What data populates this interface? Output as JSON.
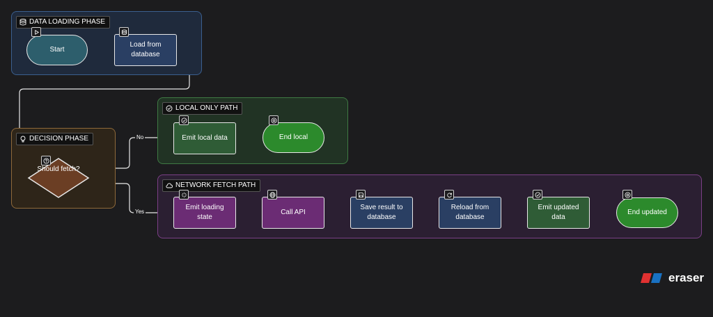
{
  "groups": {
    "data_loading": "DATA LOADING PHASE",
    "local_only": "LOCAL ONLY PATH",
    "decision": "DECISION PHASE",
    "network_fetch": "NETWORK FETCH PATH"
  },
  "nodes": {
    "start": "Start",
    "load_db": "Load from database",
    "should_fetch": "Should fetch?",
    "emit_local": "Emit local data",
    "end_local": "End local",
    "emit_loading": "Emit loading state",
    "call_api": "Call API",
    "save_result": "Save result to database",
    "reload_db": "Reload from database",
    "emit_updated": "Emit updated data",
    "end_updated": "End updated"
  },
  "edges": {
    "no": "No",
    "yes": "Yes"
  },
  "brand": {
    "name": "eraser"
  },
  "colors": {
    "blue_group": "#3b5f8f",
    "green_group": "#3f7a44",
    "orange_group": "#8f6a3a",
    "purple_group": "#7b3f86",
    "teal": "#2d5e6c",
    "navy": "#2a3f63",
    "green": "#2f5c36",
    "bright_green": "#2c8a2c",
    "purple": "#6b2c74",
    "brown": "#6b3e24"
  },
  "icons": [
    "database-icon",
    "check-circle-icon",
    "lightbulb-icon",
    "cloud-icon",
    "play-icon",
    "question-icon",
    "loader-icon",
    "globe-icon",
    "save-icon",
    "refresh-icon",
    "stop-circle-icon"
  ]
}
